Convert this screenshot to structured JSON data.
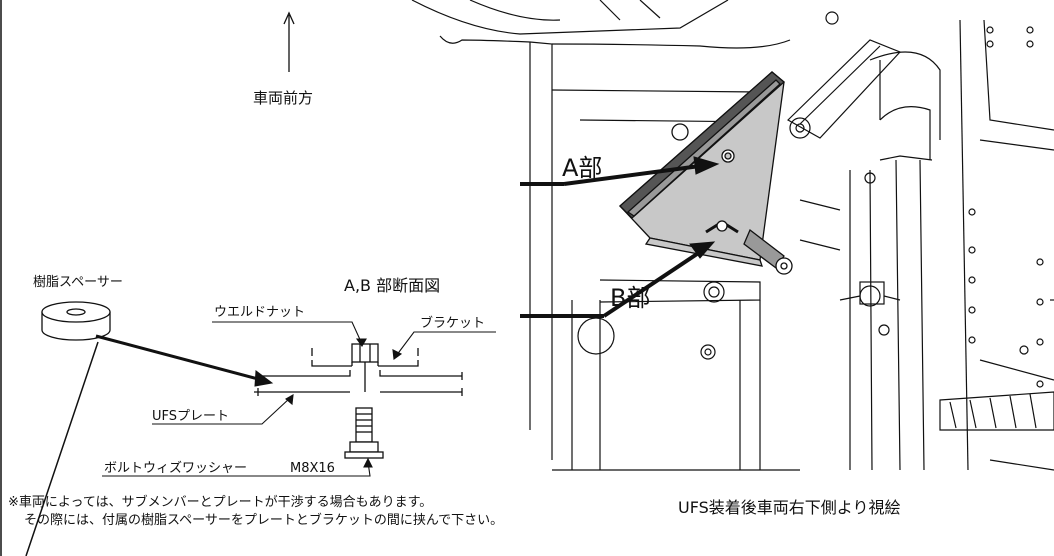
{
  "labels": {
    "vehicle_front": "車両前方",
    "resin_spacer": "樹脂スペーサー",
    "section_title": "A,B 部断面図",
    "weld_nut": "ウエルドナット",
    "bracket": "ブラケット",
    "ufs_plate": "UFSプレート",
    "bolt_washer": "ボルトウィズワッシャー",
    "bolt_size": "M8X16",
    "part_a": "A部",
    "part_b": "B部",
    "view_caption": "UFS装着後車両右下側より視絵"
  },
  "note": {
    "line1": "※車両によっては、サブメンバーとプレートが干渉する場合もあります。",
    "line2": "その際には、付属の樹脂スペーサーをプレートとブラケットの間に挟んで下さい。"
  },
  "colors": {
    "ink": "#111111",
    "plate_fill": "#c8c8c8",
    "plate_dark": "#555555",
    "background": "#ffffff"
  }
}
